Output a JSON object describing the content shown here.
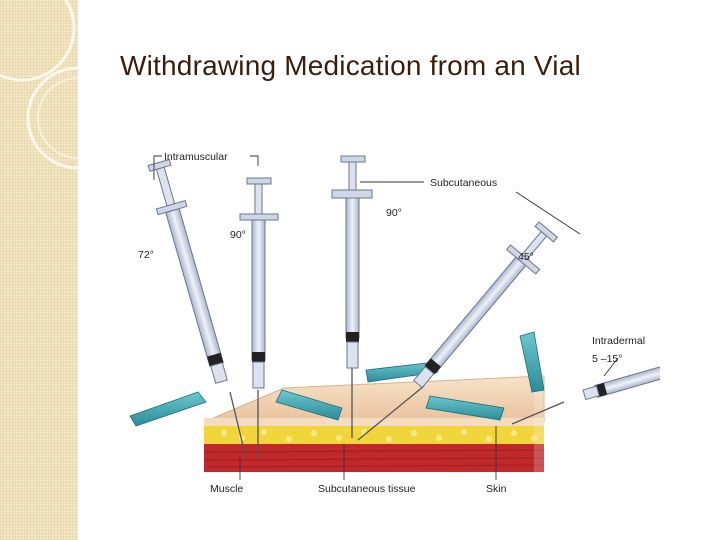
{
  "slide": {
    "title": "Withdrawing Medication from an Vial"
  },
  "figure": {
    "labels": {
      "intramuscular": "Intramuscular",
      "subcutaneous": "Subcutaneous",
      "intradermal": "Intradermal",
      "angle_72": "72°",
      "angle_90_left": "90°",
      "angle_90_right": "90°",
      "angle_45": "45°",
      "angle_intradermal": "5 –15°",
      "muscle": "Muscle",
      "subcutaneous_tissue": "Subcutaneous tissue",
      "skin": "Skin"
    },
    "colors": {
      "skin_surface": "#f2d6b8",
      "subcutaneous_fat": "#f2dc3a",
      "muscle": "#c0282a",
      "cap": "#3aa6b0",
      "barrel": "#cdd6e6",
      "sidebar": "#f3e6c2",
      "title": "#3b1d0d"
    }
  }
}
